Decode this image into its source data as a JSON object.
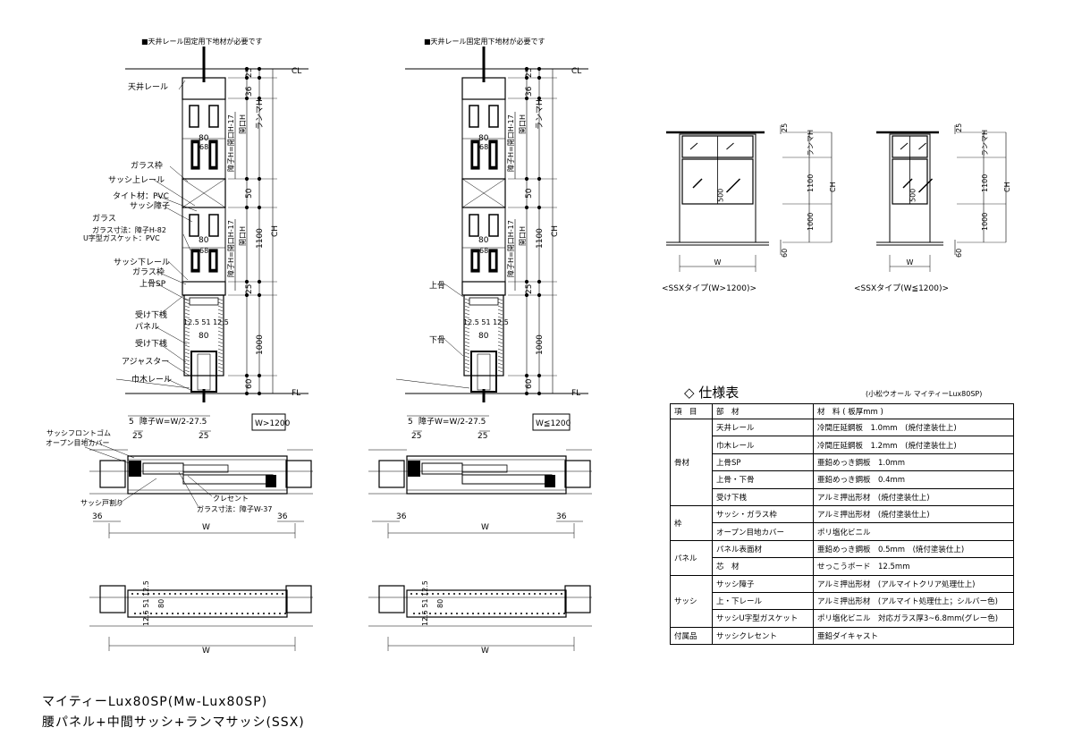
{
  "notes": {
    "ceiling_rail_note": "■天井レール固定用下地材が必要です"
  },
  "section_labels": {
    "ceiling_rail": "天井レール",
    "glass_frame": "ガラス枠",
    "sash_upper_rail": "サッシ上レール",
    "tight_material": "タイト材：PVC",
    "sash_shoji": "サッシ障子",
    "glass": "ガラス",
    "glass_size": "ガラス寸法：障子H-82",
    "u_gasket": "U字型ガスケット：PVC",
    "sash_lower_rail": "サッシ下レール",
    "glass_frame_2": "ガラス枠",
    "upper_bone_sp": "上骨SP",
    "receiving_sill": "受け下桟",
    "panel": "パネル",
    "receiving_sill_2": "受け下桟",
    "adjuster": "アジャスター",
    "baseboard_rail": "巾木レール",
    "upper_bone": "上骨",
    "lower_bone": "下骨"
  },
  "dims": {
    "cl": "CL",
    "fl": "FL",
    "d25": "25",
    "d36": "36",
    "d50": "50",
    "d60": "60",
    "d80": "80",
    "d68": "68",
    "d6": "6",
    "d5": "5",
    "d1100": "1100",
    "d1000": "1000",
    "ch": "CH",
    "ranma_h": "ランマH",
    "opening_h": "開口H",
    "shoji_h": "障子H=開口H-17",
    "panel_split": "12.5 51 12.5",
    "w": "W",
    "shoji_w": "障子W=W/2-27.5"
  },
  "plan_labels": {
    "wide_badge": "W>1200",
    "narrow_badge": "W≦1200",
    "sash_front_rubber": "サッシフロントゴム",
    "open_joint_cover": "オープン目地カバー",
    "sash_door_split": "サッシ戸割り",
    "crescent": "クレセント",
    "glass_size_w": "ガラス寸法：障子W-37"
  },
  "elevations": [
    {
      "caption": "<SSXタイプ(W>1200)>",
      "d500": "500"
    },
    {
      "caption": "<SSXタイプ(W≦1200)>",
      "d500": "500"
    }
  ],
  "spec": {
    "title": "◇ 仕様表",
    "subtitle": "(小松ウオール マイティーLux80SP)",
    "headers": [
      "項　目",
      "部　材",
      "材　料 ( 板厚mm )"
    ],
    "groups": [
      {
        "name": "骨材",
        "rows": [
          [
            "天井レール",
            "冷間圧延鋼板　1.0mm　(焼付塗装仕上)"
          ],
          [
            "巾木レール",
            "冷間圧延鋼板　1.2mm　(焼付塗装仕上)"
          ],
          [
            "上骨SP",
            "亜鉛めっき鋼板　1.0mm"
          ],
          [
            "上骨・下骨",
            "亜鉛めっき鋼板　0.4mm"
          ],
          [
            "受け下桟",
            "アルミ押出形材　(焼付塗装仕上)"
          ]
        ]
      },
      {
        "name": "枠",
        "rows": [
          [
            "サッシ・ガラス枠",
            "アルミ押出形材　(焼付塗装仕上)"
          ],
          [
            "オープン目地カバー",
            "ポリ塩化ビニル"
          ]
        ]
      },
      {
        "name": "パネル",
        "rows": [
          [
            "パネル表面材",
            "亜鉛めっき鋼板　0.5mm　(焼付塗装仕上)"
          ],
          [
            "芯　材",
            "せっこうボード　12.5mm"
          ]
        ]
      },
      {
        "name": "サッシ",
        "rows": [
          [
            "サッシ障子",
            "アルミ押出形材　(アルマイトクリア処理仕上)"
          ],
          [
            "上・下レール",
            "アルミ押出形材　(アルマイト処理仕上；シルバー色)"
          ],
          [
            "サッシU字型ガスケット",
            "ポリ塩化ビニル　対応ガラス厚3~6.8mm(グレー色)"
          ]
        ]
      },
      {
        "name": "付属品",
        "rows": [
          [
            "サッシクレセント",
            "亜鉛ダイキャスト"
          ]
        ]
      }
    ]
  },
  "footer": {
    "line1": "マイティーLux80SP(Mw-Lux80SP)",
    "line2": "腰パネル+中間サッシ+ランマサッシ(SSX)"
  }
}
